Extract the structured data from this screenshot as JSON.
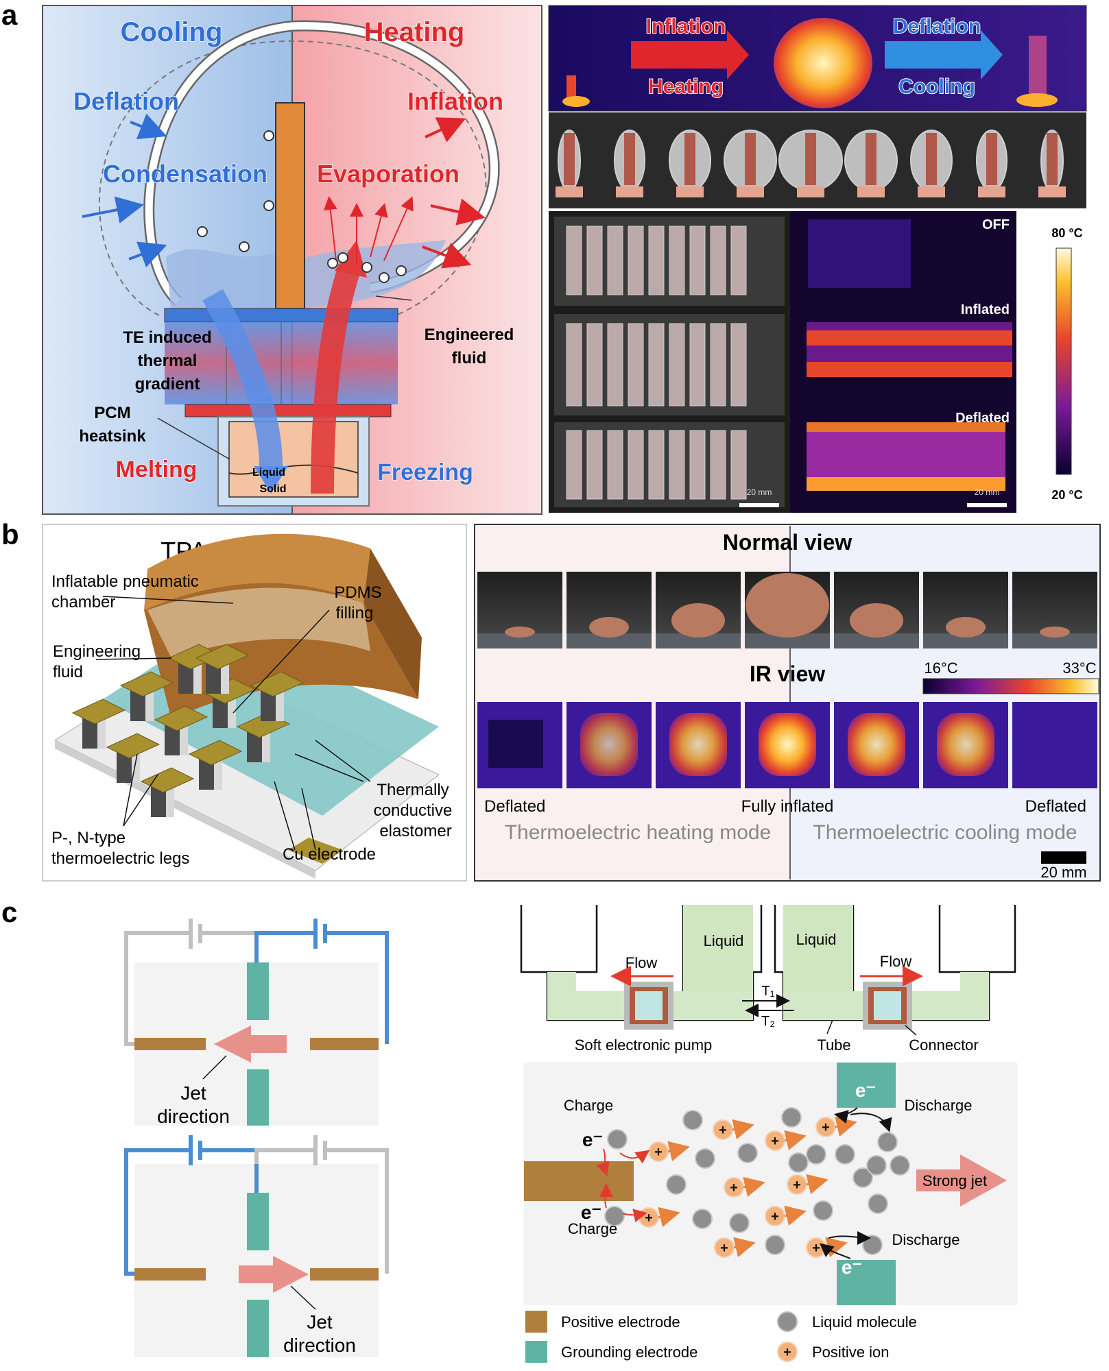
{
  "panel_letters": {
    "a": "a",
    "b": "b",
    "c": "c"
  },
  "panel_a": {
    "left": {
      "cooling": "Cooling",
      "heating": "Heating",
      "deflation": "Deflation",
      "inflation": "Inflation",
      "condensation": "Condensation",
      "evaporation": "Evaporation",
      "te_line1": "TE induced",
      "te_line2": "thermal",
      "te_line3": "gradient",
      "pcm_line1": "PCM",
      "pcm_line2": "heatsink",
      "eng_line1": "Engineered",
      "eng_line2": "fluid",
      "melting": "Melting",
      "freezing": "Freezing",
      "liquid": "Liquid",
      "solid": "Solid"
    },
    "top_right": {
      "inflation": "Inflation",
      "heating": "Heating",
      "deflation": "Deflation",
      "cooling": "Cooling"
    },
    "ir_states": {
      "off": "OFF",
      "inflated": "Inflated",
      "deflated": "Deflated"
    },
    "colorbar": {
      "max": "80 °C",
      "min": "20 °C"
    },
    "scale_left": "20 mm",
    "scale_right": "20 mm",
    "colors": {
      "cool": "#2f6fd6",
      "heat": "#e0262b"
    }
  },
  "panel_b": {
    "title": "TPA architecture",
    "labels": {
      "chamber_1": "Inflatable pneumatic",
      "chamber_2": "chamber",
      "pdms_1": "PDMS",
      "pdms_2": "filling",
      "eng_1": "Engineering",
      "eng_2": "fluid",
      "thermal_1": "Thermally",
      "thermal_2": "conductive",
      "thermal_3": "elastomer",
      "legs_1": "P-, N-type",
      "legs_2": "thermoelectric legs",
      "cu": "Cu electrode"
    },
    "normal_view": "Normal view",
    "ir_view": "IR view",
    "colorbar": {
      "min": "16°C",
      "max": "33°C"
    },
    "deflated_left": "Deflated",
    "fully_inflated": "Fully inflated",
    "deflated_right": "Deflated",
    "heating_mode": "Thermoelectric heating mode",
    "cooling_mode": "Thermoelectric cooling mode",
    "scale": "20 mm"
  },
  "panel_c": {
    "jet_1": "Jet",
    "jet_2": "direction",
    "flow": "Flow",
    "liquid": "Liquid",
    "t1": "T₁",
    "t2": "T₂",
    "pump": "Soft electronic pump",
    "tube": "Tube",
    "connector": "Connector",
    "charge": "Charge",
    "discharge": "Discharge",
    "electron": "e⁻",
    "strong_jet": "Strong jet",
    "legend": {
      "positive_electrode": "Positive electrode",
      "grounding_electrode": "Grounding electrode",
      "liquid_molecule": "Liquid molecule",
      "positive_ion": "Positive ion"
    },
    "colors": {
      "positive_electrode": "#b07f3e",
      "grounding_electrode": "#5fb3a3",
      "ion": "#f4b27a",
      "molecule": "#8e8e8e"
    }
  }
}
